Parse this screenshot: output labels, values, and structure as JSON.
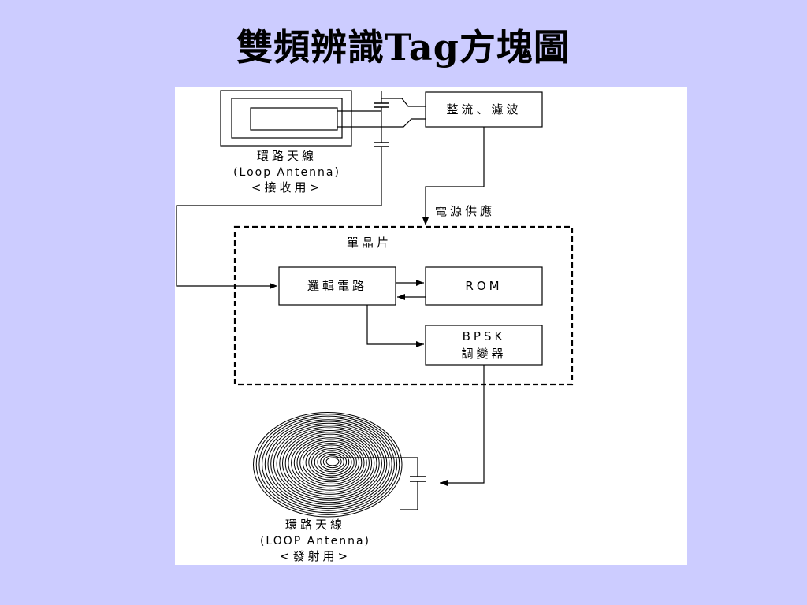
{
  "title": "雙頻辨識Tag方塊圖",
  "blocks": {
    "rectifier": "整流、濾波",
    "power_label": "電源供應",
    "chip_label": "單晶片",
    "logic": "邏輯電路",
    "rom": "ROM",
    "bpsk_line1": "BPSK",
    "bpsk_line2": "調變器"
  },
  "receive_antenna": {
    "line1": "環路天線",
    "line2": "(Loop Antenna)",
    "line3": "<接收用>"
  },
  "transmit_antenna": {
    "line1": "環路天線",
    "line2": "(LOOP Antenna)",
    "line3": "<發射用>"
  }
}
